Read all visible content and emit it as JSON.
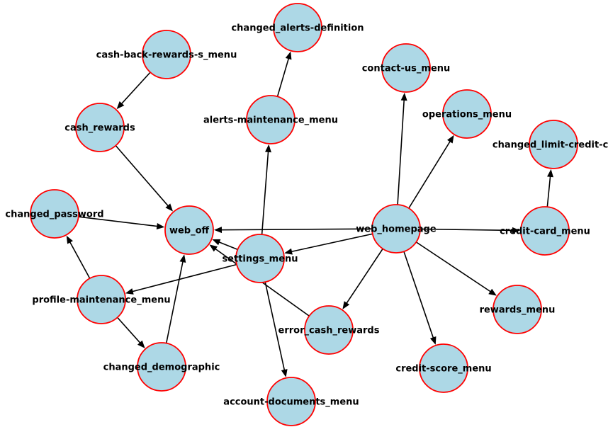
{
  "colors": {
    "node_fill": "#add8e6",
    "node_stroke": "#ff0000",
    "edge": "#000000"
  },
  "nodes": [
    {
      "id": "changed_alerts-definition",
      "label": "changed_alerts-definition"
    },
    {
      "id": "cash-back-rewards-s_menu",
      "label": "cash-back-rewards-s_menu"
    },
    {
      "id": "contact-us_menu",
      "label": "contact-us_menu"
    },
    {
      "id": "alerts-maintenance_menu",
      "label": "alerts-maintenance_menu"
    },
    {
      "id": "operations_menu",
      "label": "operations_menu"
    },
    {
      "id": "cash_rewards",
      "label": "cash_rewards"
    },
    {
      "id": "changed_limit-credit-ca",
      "label": "changed_limit-credit-ca"
    },
    {
      "id": "changed_password",
      "label": "changed_password"
    },
    {
      "id": "web_off",
      "label": "web_off"
    },
    {
      "id": "web_homepage",
      "label": "web_homepage"
    },
    {
      "id": "credit-card_menu",
      "label": "credit-card_menu"
    },
    {
      "id": "settings_menu",
      "label": "settings_menu"
    },
    {
      "id": "profile-maintenance_menu",
      "label": "profile-maintenance_menu"
    },
    {
      "id": "rewards_menu",
      "label": "rewards_menu"
    },
    {
      "id": "error_cash_rewards",
      "label": "error_cash_rewards"
    },
    {
      "id": "changed_demographic",
      "label": "changed_demographic"
    },
    {
      "id": "credit-score_menu",
      "label": "credit-score_menu"
    },
    {
      "id": "account-documents_menu",
      "label": "account-documents_menu"
    }
  ],
  "edges": [
    [
      "cash-back-rewards-s_menu",
      "cash_rewards"
    ],
    [
      "cash_rewards",
      "web_off"
    ],
    [
      "changed_password",
      "web_off"
    ],
    [
      "alerts-maintenance_menu",
      "changed_alerts-definition"
    ],
    [
      "settings_menu",
      "alerts-maintenance_menu"
    ],
    [
      "settings_menu",
      "web_off"
    ],
    [
      "settings_menu",
      "profile-maintenance_menu"
    ],
    [
      "settings_menu",
      "account-documents_menu"
    ],
    [
      "error_cash_rewards",
      "web_off"
    ],
    [
      "web_homepage",
      "web_off"
    ],
    [
      "web_homepage",
      "settings_menu"
    ],
    [
      "web_homepage",
      "error_cash_rewards"
    ],
    [
      "web_homepage",
      "credit-score_menu"
    ],
    [
      "web_homepage",
      "rewards_menu"
    ],
    [
      "web_homepage",
      "credit-card_menu"
    ],
    [
      "web_homepage",
      "operations_menu"
    ],
    [
      "web_homepage",
      "contact-us_menu"
    ],
    [
      "credit-card_menu",
      "changed_limit-credit-ca"
    ],
    [
      "profile-maintenance_menu",
      "changed_password"
    ],
    [
      "profile-maintenance_menu",
      "changed_demographic"
    ],
    [
      "changed_demographic",
      "web_off"
    ]
  ]
}
